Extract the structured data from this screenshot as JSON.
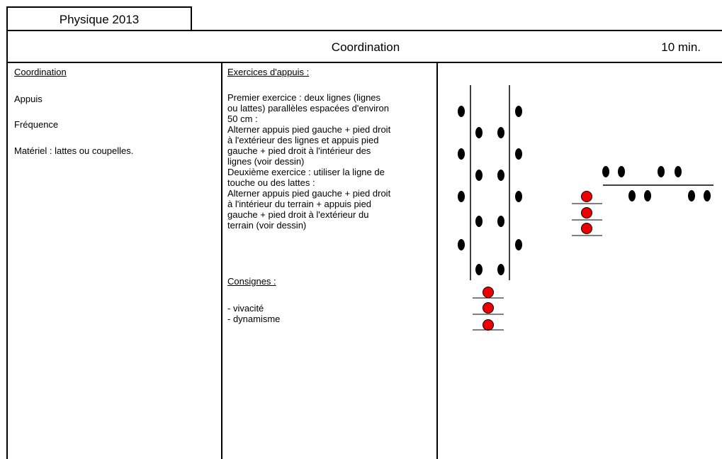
{
  "title": "Physique 2013",
  "header": {
    "title": "Coordination",
    "duration": "10 min."
  },
  "left": {
    "heading": "Coordination",
    "items": [
      "Appuis",
      "Fréquence",
      "Matériel : lattes ou coupelles."
    ]
  },
  "middle": {
    "heading": "Exercices d'appuis :",
    "body": "Premier exercice : deux lignes (lignes\nou lattes) parallèles espacées d'environ\n50 cm :\nAlterner appuis pied gauche + pied droit\nà l'extérieur des lignes et appuis pied\ngauche + pied droit à l'intérieur des\nlignes (voir dessin)\nDeuxième exercice : utiliser la ligne de\ntouche ou des lattes :\nAlterner appuis pied gauche + pied droit\nà l'intérieur du terrain + appuis pied\ngauche + pied droit à l'extérieur du\nterrain (voir dessin)",
    "consignes_heading": "Consignes :",
    "consignes": "- vivacité\n- dynamisme"
  }
}
